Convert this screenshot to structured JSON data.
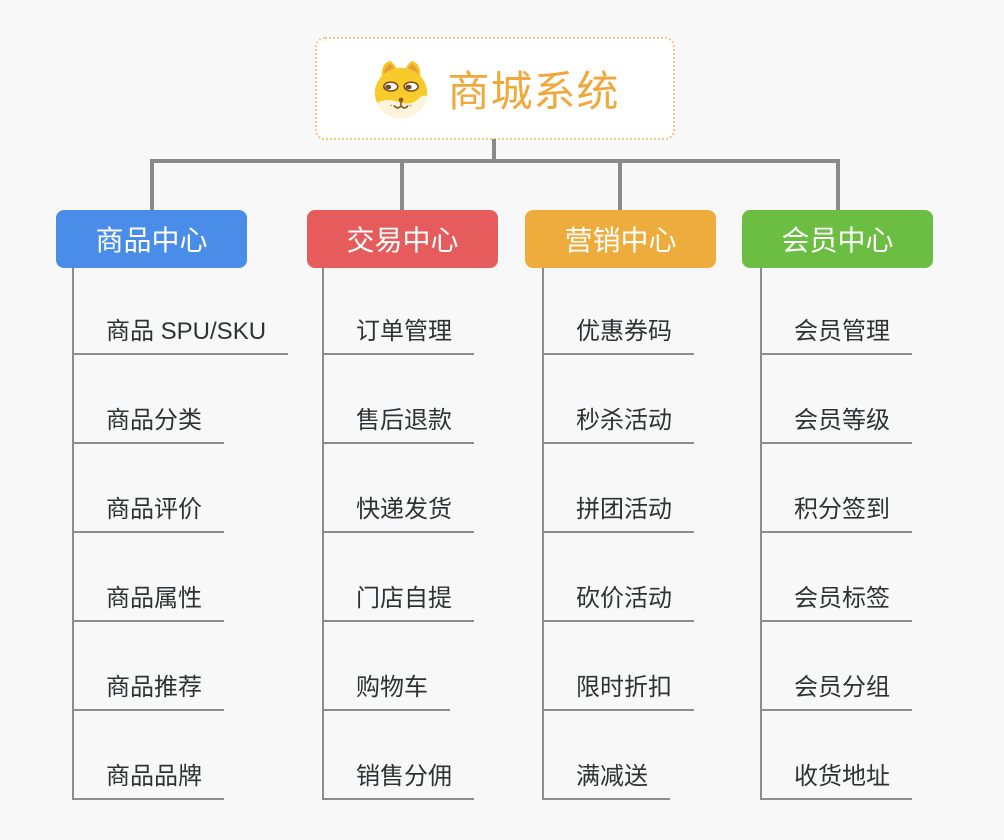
{
  "page": {
    "background": "#F8F8F8"
  },
  "root": {
    "title": "商城系统",
    "title_color": "#F1A83B",
    "border_color": "#F2C583",
    "icon": "dog-face"
  },
  "connectors": {
    "color": "#8A8A8A",
    "leaf_line_color": "#8C8C8C"
  },
  "branches": [
    {
      "label": "商品中心",
      "color": "#4A8DE9",
      "items": [
        "商品 SPU/SKU",
        "商品分类",
        "商品评价",
        "商品属性",
        "商品推荐",
        "商品品牌"
      ]
    },
    {
      "label": "交易中心",
      "color": "#E65C5C",
      "items": [
        "订单管理",
        "售后退款",
        "快递发货",
        "门店自提",
        "购物车",
        "销售分佣"
      ]
    },
    {
      "label": "营销中心",
      "color": "#EEAC3C",
      "items": [
        "优惠券码",
        "秒杀活动",
        "拼团活动",
        "砍价活动",
        "限时折扣",
        "满减送"
      ]
    },
    {
      "label": "会员中心",
      "color": "#6CBE42",
      "items": [
        "会员管理",
        "会员等级",
        "积分签到",
        "会员标签",
        "会员分组",
        "收货地址"
      ]
    }
  ]
}
